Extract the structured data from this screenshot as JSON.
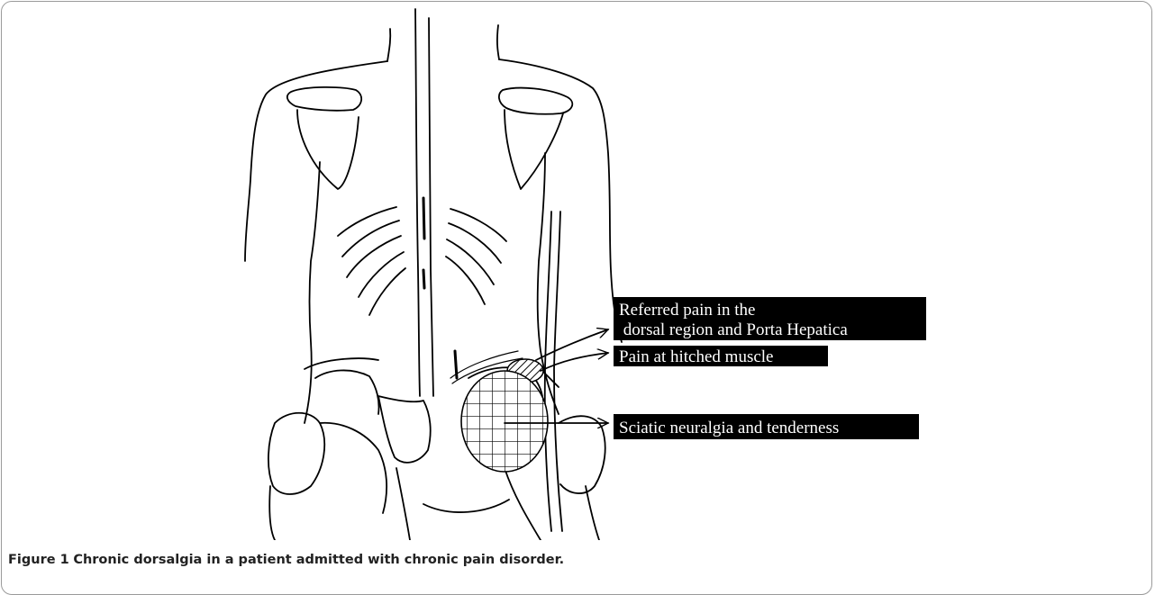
{
  "figure": {
    "labels": {
      "referred_pain_line1": "Referred pain in the",
      "referred_pain_line2": " dorsal region and Porta Hepatica",
      "hitched_muscle": "Pain at hitched muscle",
      "sciatic": "Sciatic neuralgia and tenderness"
    }
  },
  "caption": {
    "label": "Figure 1",
    "text": "Chronic dorsalgia in a patient admitted with chronic pain disorder."
  }
}
